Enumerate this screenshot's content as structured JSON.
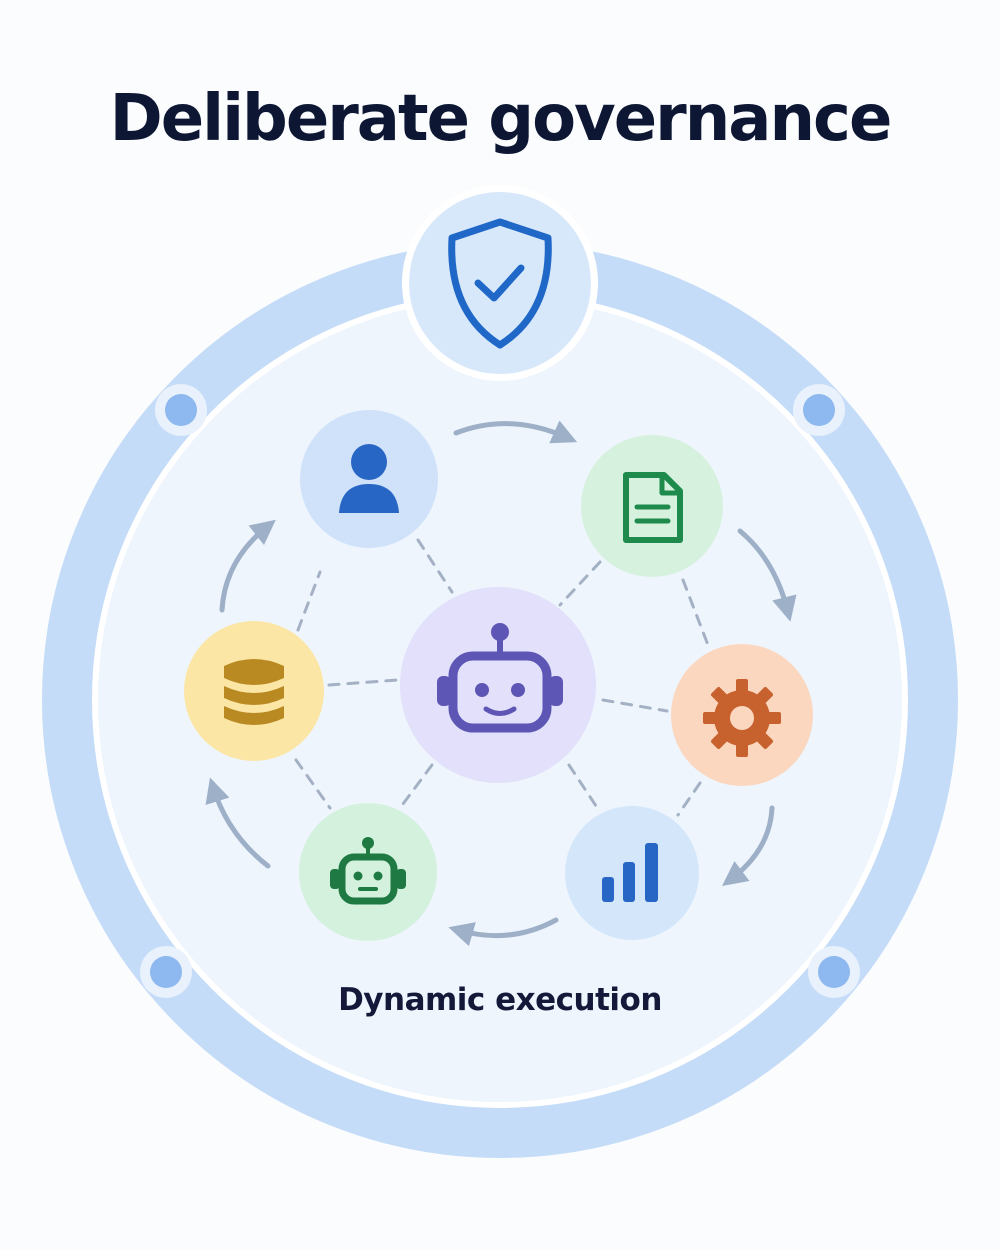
{
  "title": "Deliberate governance",
  "label": "Dynamic execution",
  "colors": {
    "outer_ring": "#c5dcf8",
    "inner_disc": "#eef5fd",
    "shield": "#1f68c8",
    "arrow": "#9eb0c8",
    "connector": "#a4b1c4"
  },
  "nodes": [
    {
      "name": "user",
      "icon": "user-icon",
      "bg": "#cfe2fa",
      "fg": "#2766c5"
    },
    {
      "name": "document",
      "icon": "document-icon",
      "bg": "#d6f2de",
      "fg": "#1e8a4c"
    },
    {
      "name": "settings",
      "icon": "gear-icon",
      "bg": "#fbd7bf",
      "fg": "#c7622f"
    },
    {
      "name": "analytics",
      "icon": "bar-chart-icon",
      "bg": "#d4e6fa",
      "fg": "#2766c5"
    },
    {
      "name": "bot",
      "icon": "small-robot-icon",
      "bg": "#d3f1dc",
      "fg": "#1e7a42"
    },
    {
      "name": "database",
      "icon": "database-icon",
      "bg": "#fce6a6",
      "fg": "#b98a22"
    },
    {
      "name": "core-agent",
      "icon": "robot-icon",
      "bg": "#e2e0fa",
      "fg": "#5d56b5"
    }
  ]
}
